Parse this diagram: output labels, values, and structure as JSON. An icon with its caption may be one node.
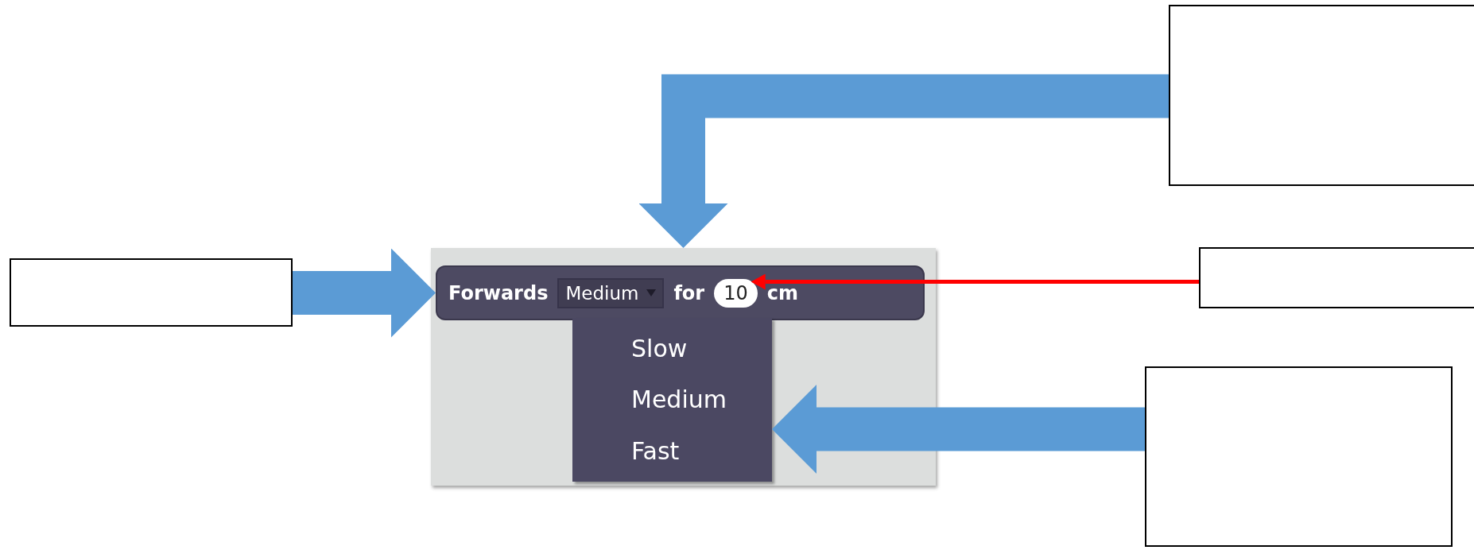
{
  "diagram": {
    "nodes": [
      {
        "text": [],
        "shape": "box"
      },
      {
        "text": [],
        "shape": "box"
      },
      {
        "text": [],
        "shape": "box"
      },
      {
        "text": [
          "Forwards",
          "Medium",
          "for",
          "cm"
        ],
        "in": 2
      },
      {
        "text": [
          "10"
        ],
        "in": 3
      },
      {
        "text": [
          "Slow",
          "Medium",
          "Fast"
        ],
        "in": 2
      },
      {
        "text": [],
        "shape": "box"
      },
      {
        "text": [],
        "shape": "box"
      }
    ],
    "edges": [
      {
        "from": 0,
        "to": 2,
        "arrow": "to"
      },
      {
        "from": 1,
        "to": 3,
        "arrow": "to"
      },
      {
        "from": 6,
        "to": 4,
        "arrow": "to",
        "color": "#ff0000"
      },
      {
        "from": 7,
        "to": 5,
        "arrow": "to"
      }
    ]
  }
}
